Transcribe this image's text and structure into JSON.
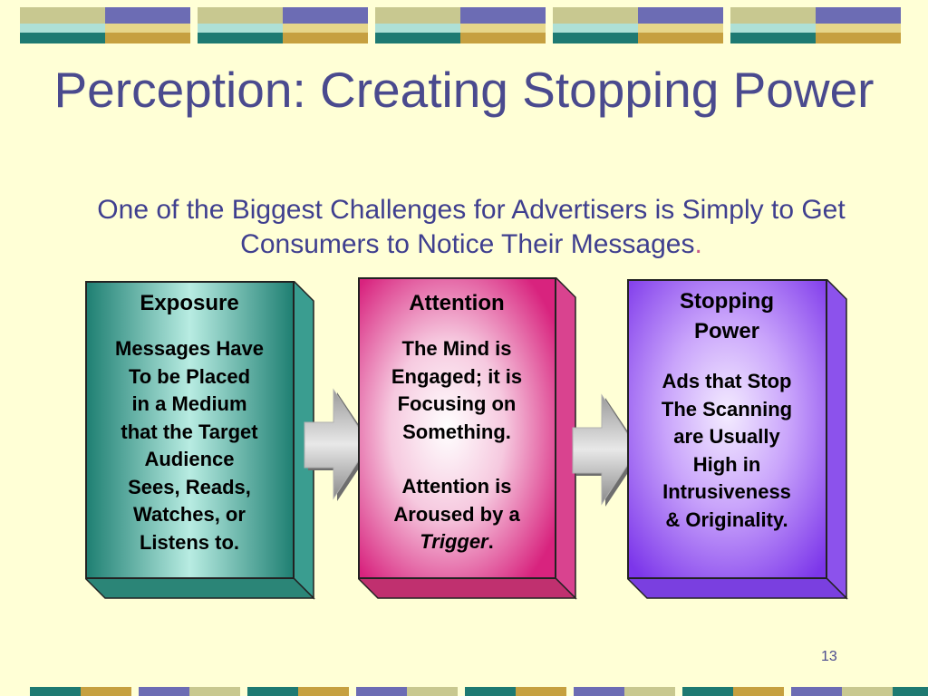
{
  "slide": {
    "title": "Perception: Creating Stopping Power",
    "subtitle": "One of the Biggest Challenges for Advertisers is Simply to Get Consumers to Notice Their Messages",
    "subtitle_period": ".",
    "page_number": "13"
  },
  "boxes": [
    {
      "heading": "Exposure",
      "lines": [
        "Messages Have",
        "To be Placed",
        "in a Medium",
        "that the Target",
        "Audience",
        "Sees, Reads,",
        "Watches, or",
        "Listens to."
      ]
    },
    {
      "heading": "Attention",
      "lines": [
        "The Mind is",
        "Engaged; it is",
        "Focusing on",
        "Something."
      ],
      "lines2": [
        "Attention is",
        "Aroused by a"
      ],
      "trigger_word": "Trigger",
      "trigger_period": "."
    },
    {
      "heading_line1": "Stopping",
      "heading_line2": "Power",
      "lines": [
        "Ads that Stop",
        "The Scanning",
        "are Usually",
        "High in",
        "Intrusiveness",
        "& Originality."
      ]
    }
  ],
  "colors": {
    "title": "#4a4a8e",
    "background": "#ffffd6",
    "exposure": "#2e9a8a",
    "attention": "#e0408e",
    "stopping_power": "#8a4ae6"
  }
}
